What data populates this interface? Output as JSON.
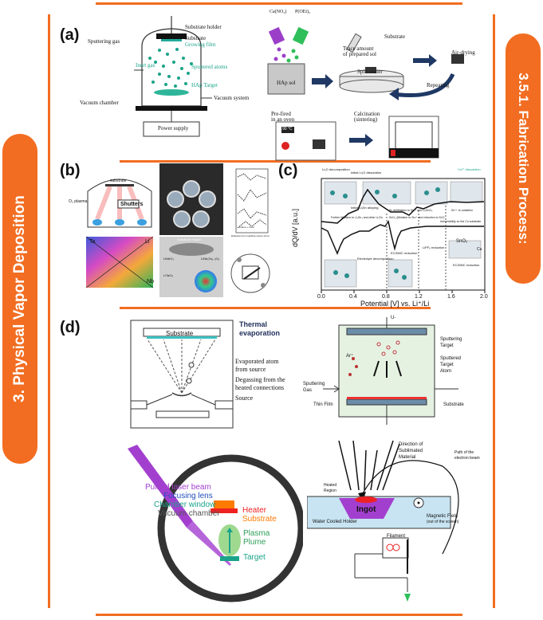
{
  "left_banner": {
    "label": "3. Physical Vapor Deposition"
  },
  "right_banner": {
    "label": "3.5.1. Fabrication Process:"
  },
  "panels": {
    "a": "(a)",
    "b": "(b)",
    "c": "(c)",
    "d": "(d)"
  },
  "panel_a": {
    "substrate_holder": "Substrate holder",
    "substrate": "Substrate",
    "growing_film": "Growing film",
    "sputtering_gas": "Sputtering gas",
    "inert_gas": "Inert gas",
    "sputtered_atoms": "Sputtered atoms",
    "hap_target": "HAp Target",
    "vacuum_chamber": "Vacuum chamber",
    "vacuum_system": "Vacuum system",
    "power_supply": "Power supply",
    "ca_no3": "Ca(NO₃)",
    "p_oet": "P(OEt)₃",
    "hap_sol": "HAp sol",
    "trace_amount": "Trace amount",
    "of_prepared_sol": "of prepared sol",
    "substrate2": "Substrate",
    "spin_coater": "Spin coater",
    "air_drying": "Air-drying",
    "repeating": "Repeating",
    "pre_fired": "Pre-fired",
    "in_oven": "in an oven",
    "calcination": "Calcination",
    "sintering": "(sintering)",
    "oven_display": "90 °C"
  },
  "panel_b": {
    "substrate": "substrate",
    "o2_plasma": "O₂ plasma",
    "shutters": "Shutters",
    "ta": "Ta",
    "li": "Li",
    "nb": "Nb",
    "substrate_holder": "Substrate Holder",
    "linbo3": "LiNbO₃",
    "litao3": "LiTaO₃",
    "linb_ta": "LiNbₓTa₁₋ₓO₃",
    "graph_xlabel": "Distance from machine center (mm)",
    "graph_ylabel": "Mass deposition (at.%)",
    "frame_label": "Frame + Ci+Li"
  },
  "panel_c": {
    "ylabel": "dQ/dV [a.u.]",
    "xlabel": "Potential [V] vs. Li⁺/Li",
    "li2o_decomp": "Li₂O decomposition",
    "initial_li2o_dissolution": "Initial Li₂O dissolution",
    "initial_lixsn_alloy": "Initial LiₓSn alloying",
    "further_lithiation": "Further lithiation to Li₂Sn₃ and other LiₓSn",
    "sn_delith": "Sn delithiation to Sn²⁺ and Li₂SnO₃",
    "sno2_delith": "SnO₂ (lithiation to Sn²⁺ and reduction to Sn⁰)",
    "sn4_oxidation": "Sn⁴⁺ re-oxidation",
    "irreversibility": "Irreversibility on the Cu substrate",
    "electrolyte_decomp": "Electrolyte decomposition",
    "ec_dmc_red1": "EC/DMC reduction",
    "lipf6_red": "LiPF₆ reduction",
    "ec_dmc_red2": "EC/DMC reduction",
    "sno2": "SnO₂",
    "cu": "Cu",
    "cu_dissolution": "Cu²⁺ dissolution",
    "xticks": [
      "0.0",
      "0.4",
      "0.8",
      "1.2",
      "1.6",
      "2.0"
    ]
  },
  "panel_d": {
    "substrate": "Substrate",
    "thermal_evap_1": "Thermal",
    "thermal_evap_2": "evaporation",
    "evaporated_atom_1": "Evaporated atom",
    "evaporated_atom_2": "from source",
    "degassing_1": "Degassing from the",
    "degassing_2": "heated connections",
    "source": "Source",
    "u_minus": "U-",
    "sputtering_target_1": "Sputtering",
    "sputtering_target_2": "Target",
    "sputtered_target_atom_1": "Sputtered",
    "sputtered_target_atom_2": "Target",
    "sputtered_target_atom_3": "Atom",
    "ar_plus": "Ar⁺",
    "sputtering_gas_1": "Sputtering",
    "sputtering_gas_2": "Gas",
    "thin_film": "Thin Film",
    "substrate_r": "Substrate",
    "pulsed_laser": "Pulsed laser beam",
    "focusing_lens": "Focusing lens",
    "chamber_window": "Chamber window",
    "vacuum_chamber": "Vacuum chamber",
    "heater": "Heater",
    "substrate_pld": "Substrate",
    "plasma_1": "Plasma",
    "plasma_2": "Plume",
    "target": "Target",
    "direction_1": "Direction of",
    "direction_2": "Sublimated",
    "direction_3": "Material",
    "path_1": "Path of the",
    "path_2": "electron beam",
    "heated_1": "Heated",
    "heated_2": "Region",
    "ingot": "Ingot",
    "magnetic_1": "Magnetic Field",
    "magnetic_2": "(out of the screen)",
    "water_cooled": "Water Cooled Holder",
    "filament": "Filament"
  },
  "colors": {
    "accent": "#f26d21",
    "teal": "#1aa38a",
    "purple": "#a33fcf"
  }
}
